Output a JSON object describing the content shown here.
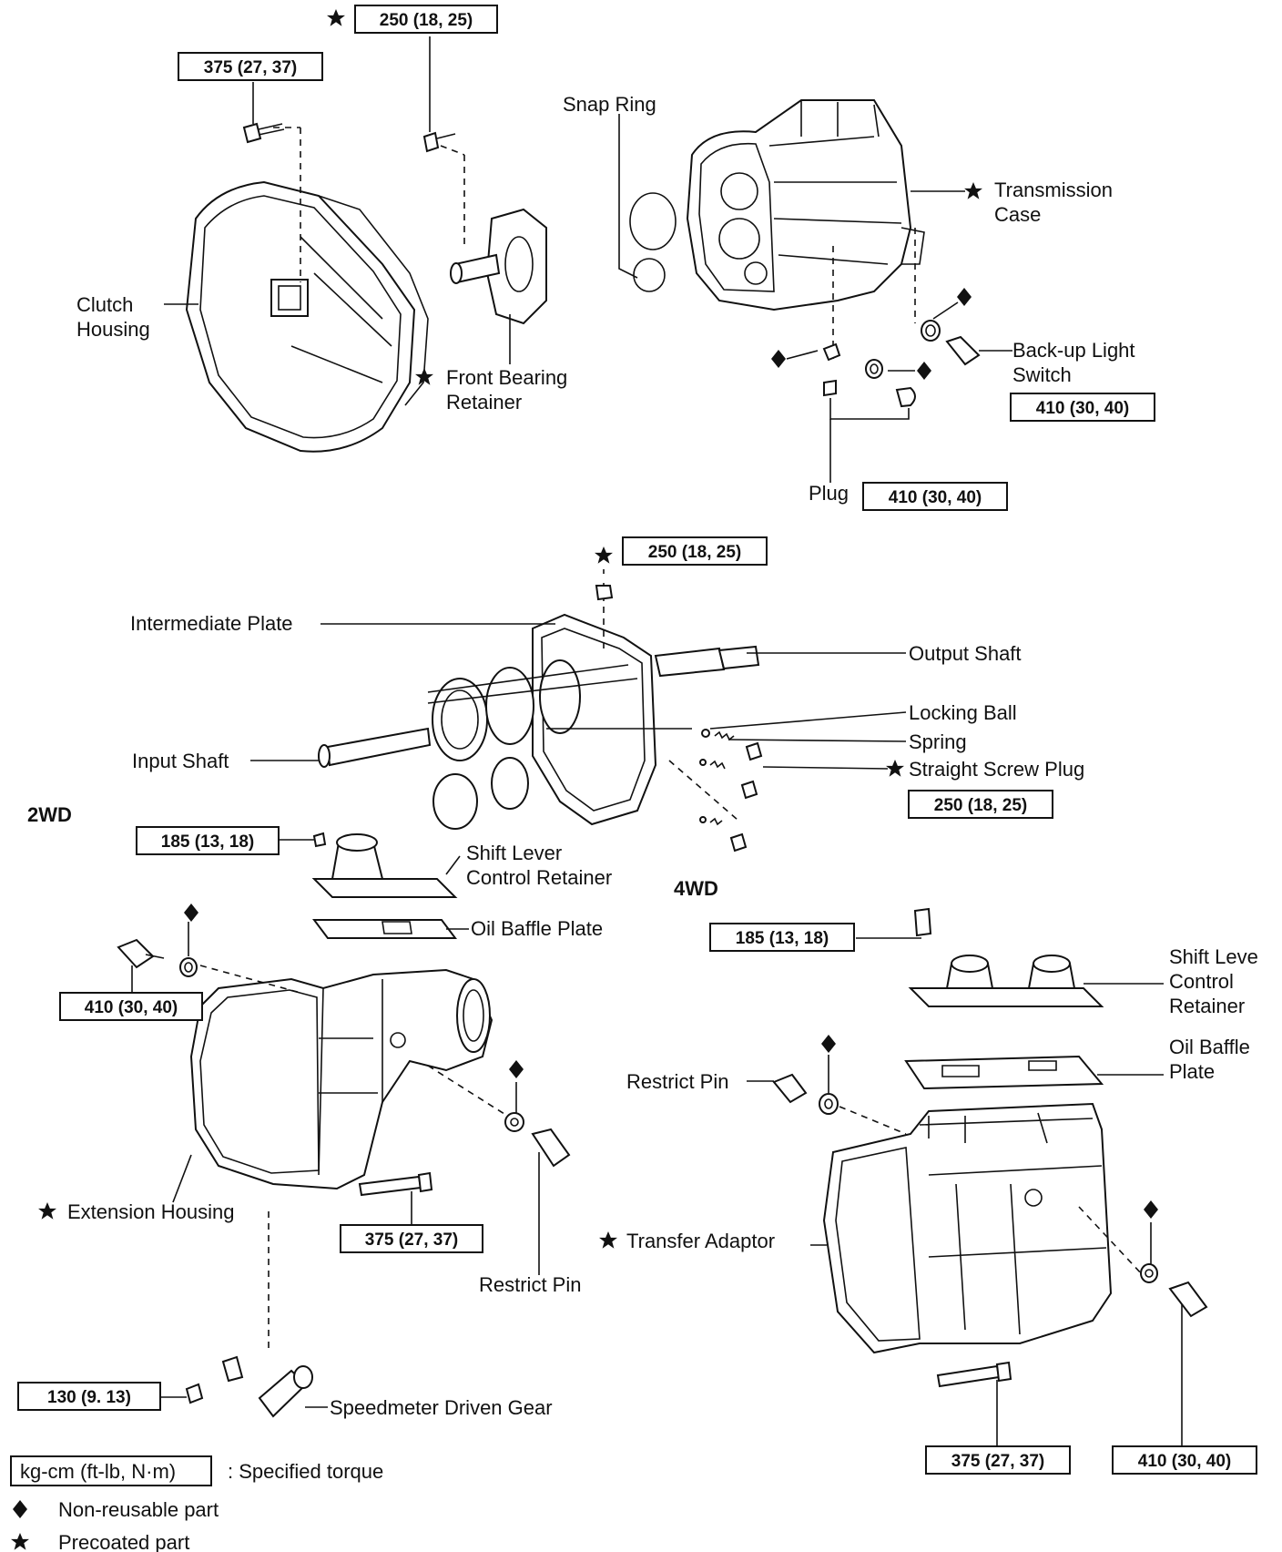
{
  "labels": {
    "snap_ring": "Snap Ring",
    "transmission_case": [
      "Transmission",
      "Case"
    ],
    "clutch_housing": [
      "Clutch",
      "Housing"
    ],
    "front_bearing_retainer": [
      "Front Bearing",
      "Retainer"
    ],
    "backup_light_switch": [
      "Back-up Light",
      "Switch"
    ],
    "plug": "Plug",
    "intermediate_plate": "Intermediate Plate",
    "output_shaft": "Output Shaft",
    "locking_ball": "Locking Ball",
    "spring": "Spring",
    "straight_screw_plug": "Straight Screw Plug",
    "input_shaft": "Input Shaft",
    "shift_lever_control_retainer_2wd": [
      "Shift Lever",
      "Control Retainer"
    ],
    "oil_baffle_plate_2wd": "Oil Baffle Plate",
    "shift_lever_control_retainer_4wd": [
      "Shift Leve",
      "Control",
      "Retainer"
    ],
    "oil_baffle_plate_4wd": [
      "Oil Baffle",
      "Plate"
    ],
    "restrict_pin_4wd": "Restrict Pin",
    "extension_housing": "Extension Housing",
    "restrict_pin_2wd": "Restrict Pin",
    "transfer_adaptor": "Transfer Adaptor",
    "speedometer_driven_gear": "Speedmeter Driven Gear"
  },
  "sections": {
    "two_wd": "2WD",
    "four_wd": "4WD"
  },
  "torques": {
    "front_bearing_bolt": "250 (18, 25)",
    "clutch_housing_bolt": "375 (27, 37)",
    "backup_light_switch": "410 (30, 40)",
    "plug": "410 (30, 40)",
    "intermediate_plate_bolt": "250 (18, 25)",
    "straight_screw_plug": "250 (18, 25)",
    "shift_retainer_2wd": "185 (13, 18)",
    "shift_retainer_4wd": "185 (13, 18)",
    "extension_plug_2wd": "410 (30, 40)",
    "extension_bolt_2wd": "375 (27, 37)",
    "speedometer_bolt": "130 (9. 13)",
    "adaptor_bolt_4wd": "375 (27, 37)",
    "adaptor_plug_4wd": "410 (30, 40)"
  },
  "legend": {
    "torque_box": "kg-cm (ft-lb, N·m)",
    "torque_desc": ":  Specified torque",
    "nonreusable": "Non-reusable part",
    "precoated": "Precoated part"
  }
}
